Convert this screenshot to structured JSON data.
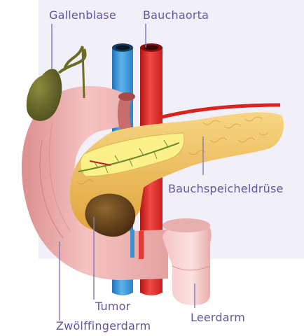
{
  "labels": {
    "gallbladder": "Gallenblase",
    "aorta": "Bauchaorta",
    "pancreas": "Bauchspeicheldrüse",
    "tumor": "Tumor",
    "jejunum": "Leerdarm",
    "duodenum": "Zwölffingerdarm"
  },
  "colors": {
    "label_text": "#5d58a3",
    "leader_line": "#7e79b8",
    "background_panel": "#f1f0f8"
  }
}
